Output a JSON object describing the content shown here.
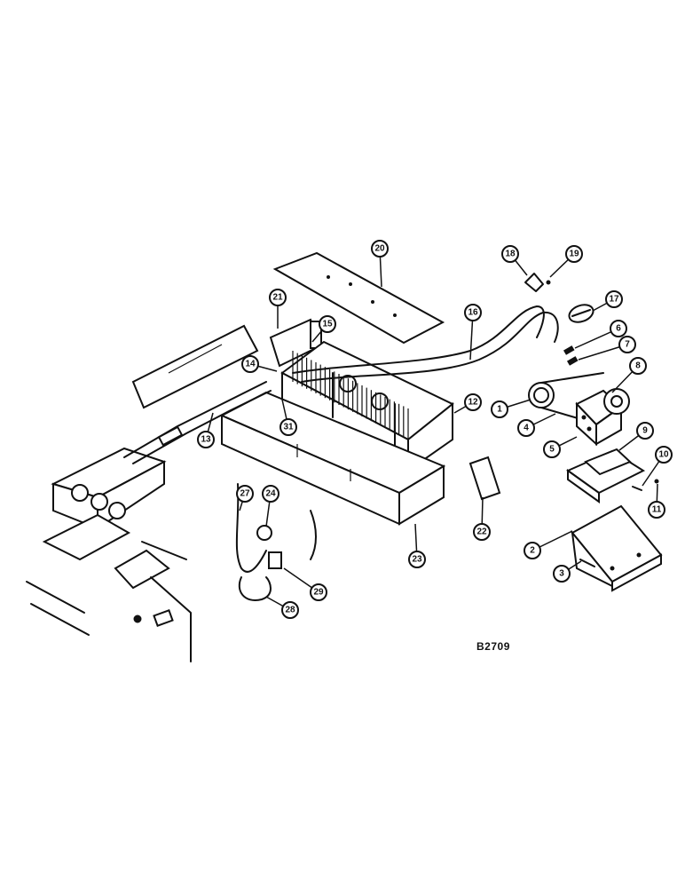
{
  "figure": {
    "drawing_code": "B2709"
  },
  "callouts": [
    {
      "id": "1",
      "label": "1"
    },
    {
      "id": "2",
      "label": "2"
    },
    {
      "id": "3",
      "label": "3"
    },
    {
      "id": "4",
      "label": "4"
    },
    {
      "id": "5",
      "label": "5"
    },
    {
      "id": "6",
      "label": "6"
    },
    {
      "id": "7",
      "label": "7"
    },
    {
      "id": "8",
      "label": "8"
    },
    {
      "id": "9",
      "label": "9"
    },
    {
      "id": "10",
      "label": "10"
    },
    {
      "id": "11",
      "label": "11"
    },
    {
      "id": "12",
      "label": "12"
    },
    {
      "id": "13",
      "label": "13"
    },
    {
      "id": "14",
      "label": "14"
    },
    {
      "id": "15",
      "label": "15"
    },
    {
      "id": "16",
      "label": "16"
    },
    {
      "id": "17",
      "label": "17"
    },
    {
      "id": "18",
      "label": "18"
    },
    {
      "id": "19",
      "label": "19"
    },
    {
      "id": "20",
      "label": "20"
    },
    {
      "id": "21",
      "label": "21"
    },
    {
      "id": "22",
      "label": "22"
    },
    {
      "id": "23",
      "label": "23"
    },
    {
      "id": "24",
      "label": "24"
    },
    {
      "id": "27",
      "label": "27"
    },
    {
      "id": "28",
      "label": "28"
    },
    {
      "id": "29",
      "label": "29"
    },
    {
      "id": "31",
      "label": "31"
    }
  ]
}
